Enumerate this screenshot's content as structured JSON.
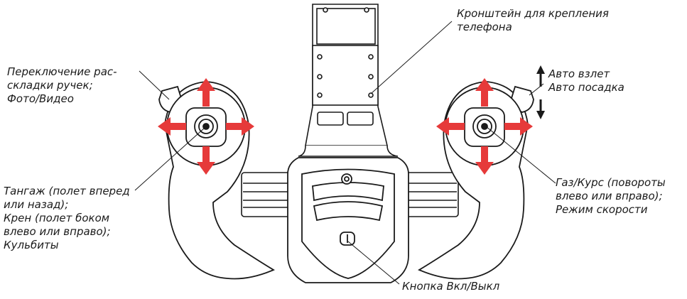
{
  "labels": {
    "mount": "Кронштейн для крепления\nтелефона",
    "layout": "Переключение рас-\nскладки ручек;\nФото/Видео",
    "auto": "Авто взлет\nАвто посадка",
    "left_stick": "Тангаж (полет вперед\nили назад);\nКрен (полет боком\nвлево или вправо);\nКульбиты",
    "right_stick": "Газ/Курс (повороты\nвлево или вправо);\nРежим скорости",
    "power": "Кнопка Вкл/Выкл"
  },
  "colors": {
    "arrow": "#e63a3a",
    "outline": "#1a1a1a",
    "leader": "#1a1a1a",
    "body_fill": "#ffffff"
  }
}
